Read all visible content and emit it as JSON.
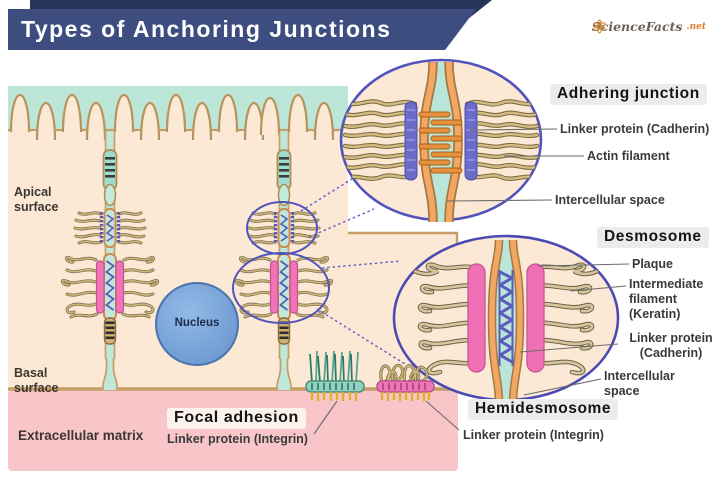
{
  "title": "Types of Anchoring Junctions",
  "logo": {
    "brand": "ScienceFacts",
    "tld": "net",
    "icon": "atom-flower-icon"
  },
  "anatomy": {
    "apical": "Apical surface",
    "basal": "Basal surface",
    "ecm": "Extracellular matrix",
    "nucleus": "Nucleus"
  },
  "adhering_junction": {
    "title": "Adhering junction",
    "labels": [
      "Linker protein (Cadherin)",
      "Actin filament",
      "Intercellular space"
    ]
  },
  "desmosome": {
    "title": "Desmosome",
    "labels": [
      "Plaque",
      "Intermediate filament (Keratin)",
      "Linker protein (Cadherin)",
      "Intercellular space"
    ]
  },
  "focal_adhesion": {
    "title": "Focal adhesion",
    "label": "Linker protein (Integrin)"
  },
  "hemidesmosome": {
    "title": "Hemidesmosome",
    "label": "Linker protein (Integrin)"
  },
  "colors": {
    "banner": "#3d4d80",
    "banner_shadow": "#263457",
    "lumen": "#bce7d8",
    "cell": "#fbe9d6",
    "membrane_tan": "#c49e66",
    "ecm_pink": "#f8c6c9",
    "nucleus_blue": "#79a5db",
    "zoom_circle_stroke": "#5353bc",
    "plaque_pink": "#f070b6",
    "linker_purple": "#5b5bbd",
    "cadherin_rod_orange": "#e5913f",
    "filament_khaki": "#cbb67c",
    "membrane_orange": "#f2a765",
    "integrin_yellow": "#e0b02c",
    "focal_teal": "#8fd2c2",
    "header_bg": "#ececec"
  }
}
